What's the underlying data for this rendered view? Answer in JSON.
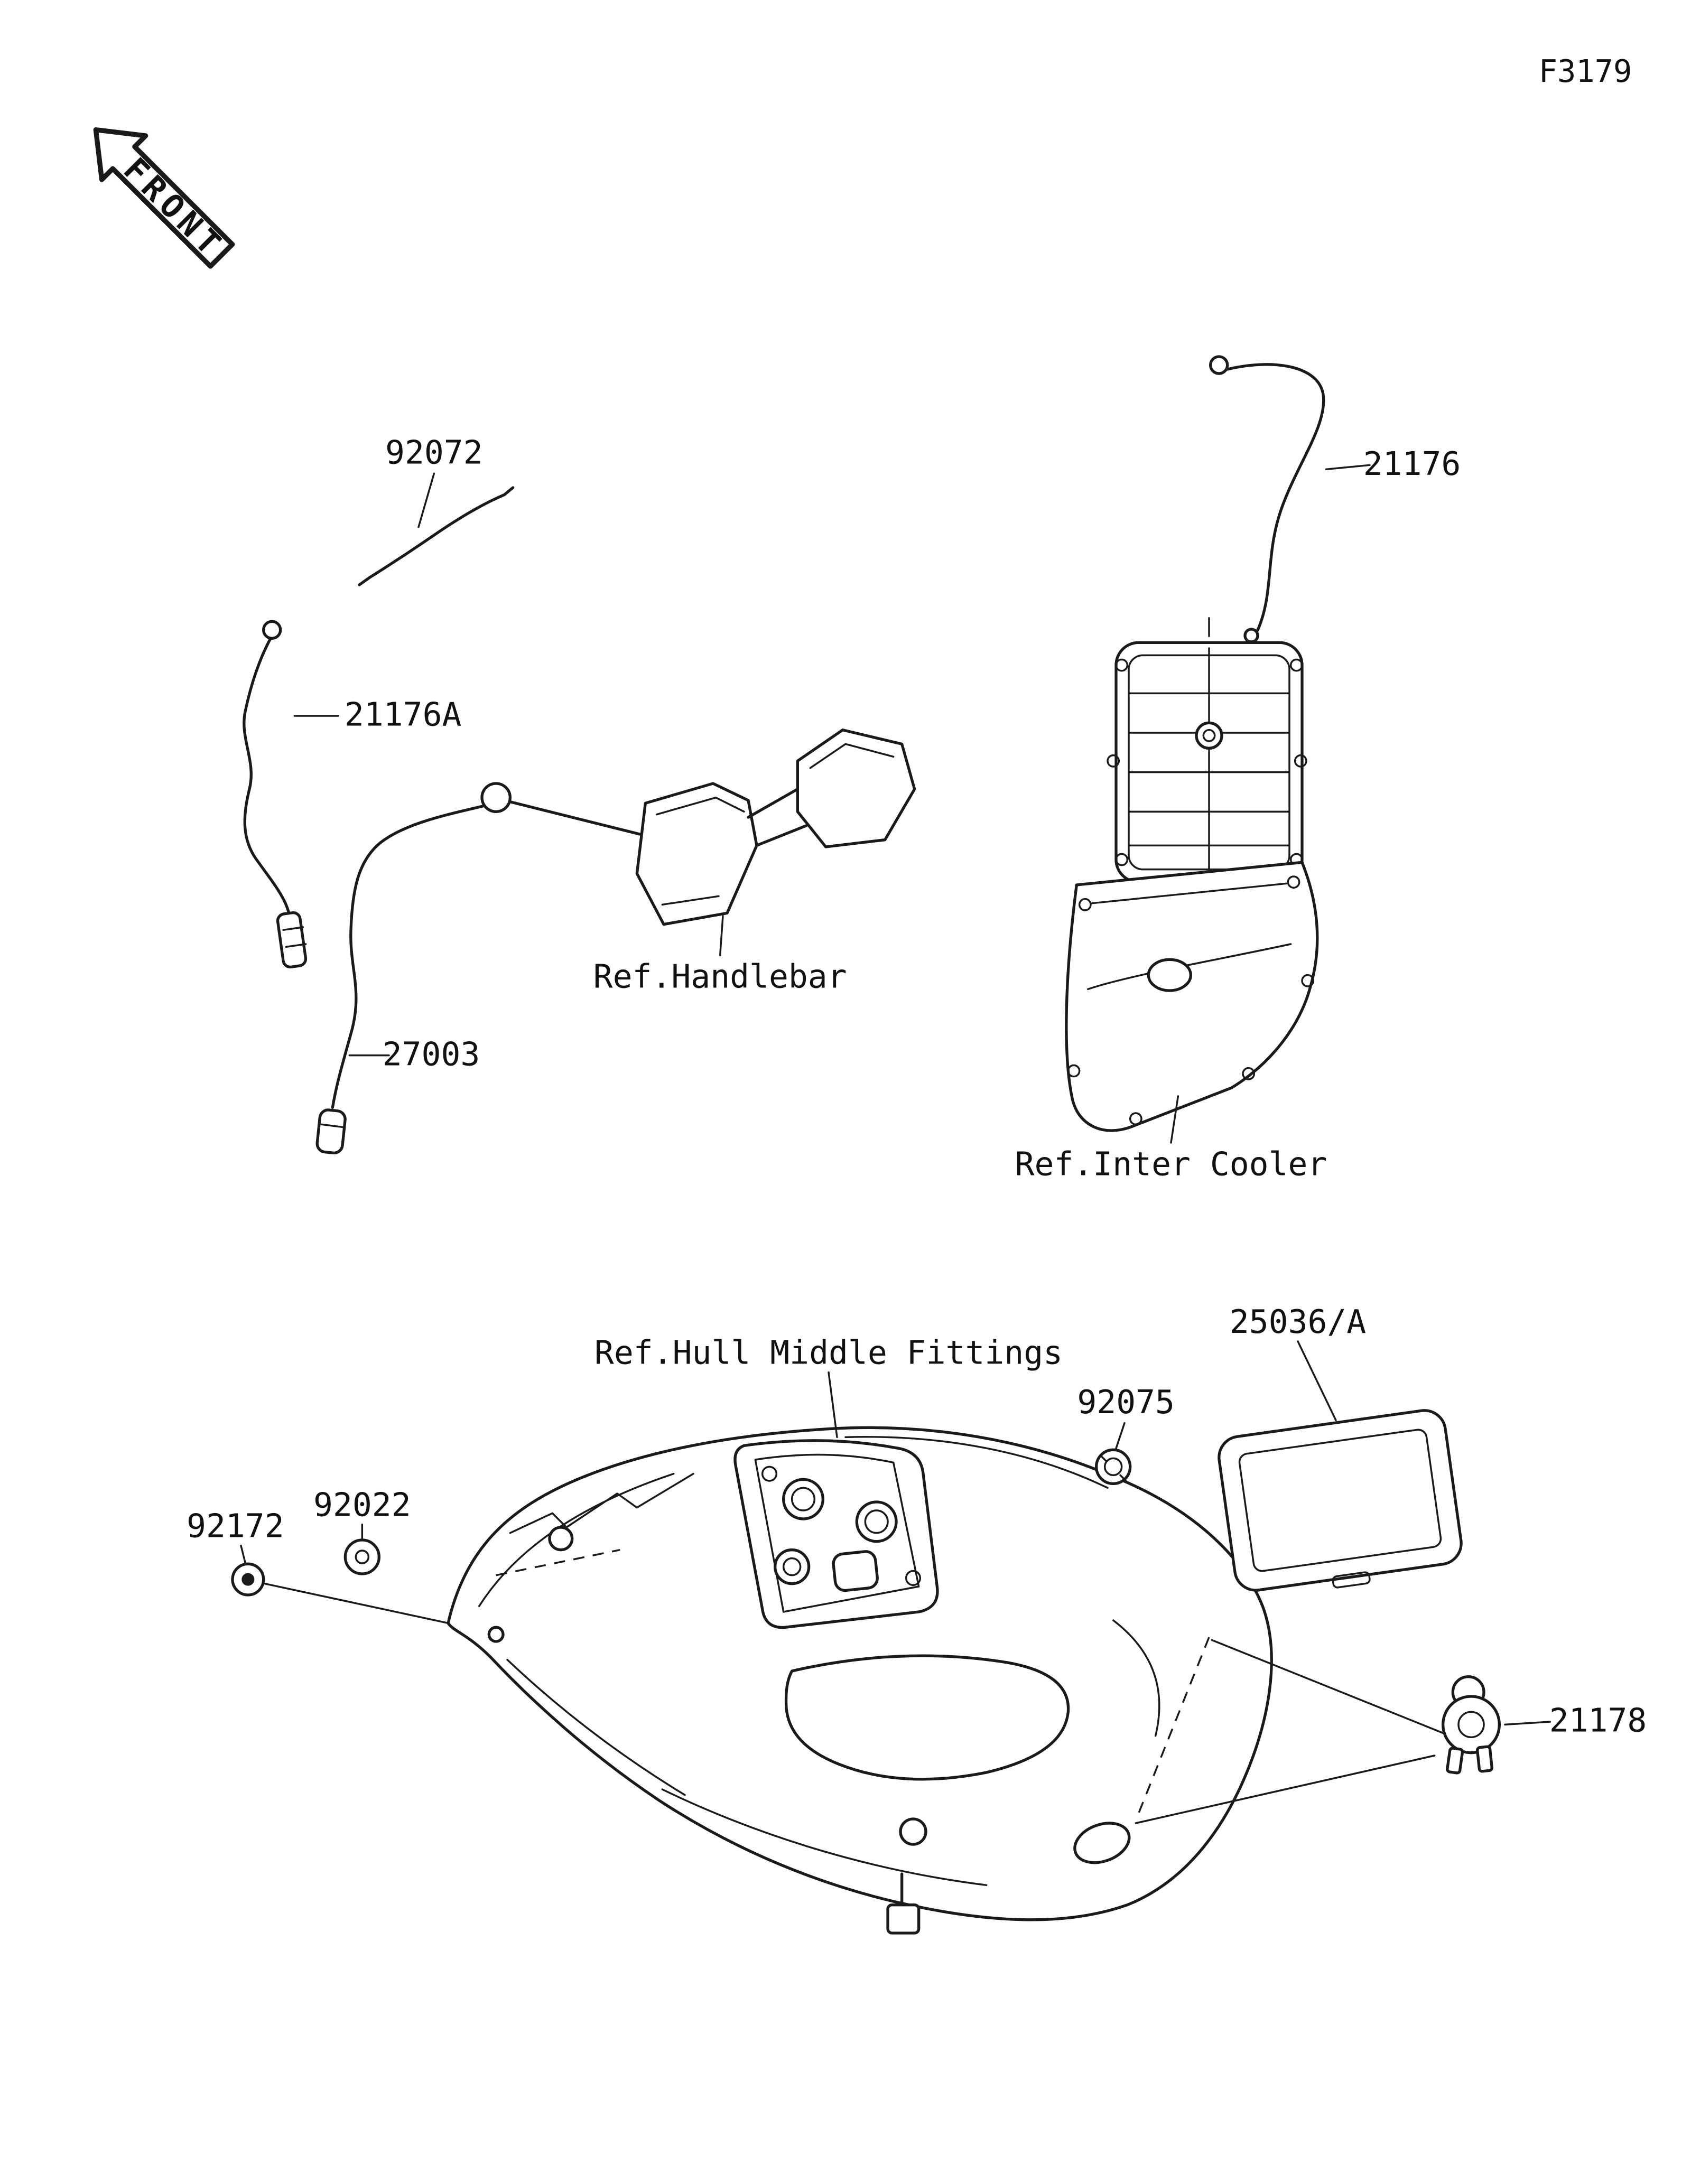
{
  "figure_code": "F3179",
  "front_marker": "FRONT",
  "parts": [
    {
      "id": "92072",
      "label": "92072"
    },
    {
      "id": "21176",
      "label": "21176"
    },
    {
      "id": "21176A",
      "label": "21176A"
    },
    {
      "id": "27003",
      "label": "27003"
    },
    {
      "id": "92075",
      "label": "92075"
    },
    {
      "id": "25036/A",
      "label": "25036/A"
    },
    {
      "id": "92022",
      "label": "92022"
    },
    {
      "id": "92172",
      "label": "92172"
    },
    {
      "id": "21178",
      "label": "21178"
    }
  ],
  "references": [
    {
      "label": "Ref.Handlebar"
    },
    {
      "label": "Ref.Inter Cooler"
    },
    {
      "label": "Ref.Hull Middle Fittings"
    }
  ]
}
